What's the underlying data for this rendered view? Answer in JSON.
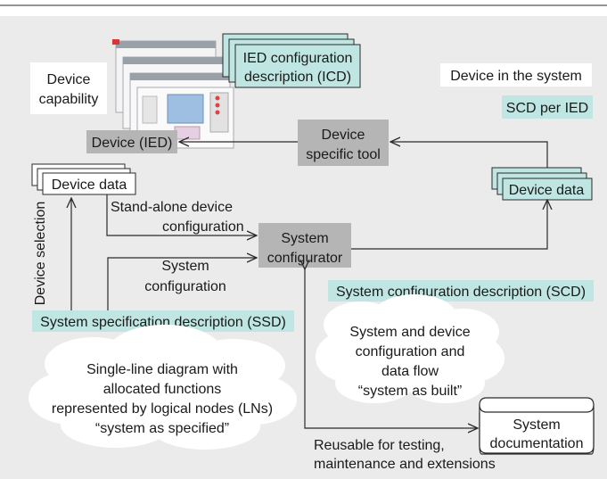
{
  "labels": {
    "ied_config_desc_line1": "IED configuration",
    "ied_config_desc_line2": "description (ICD)",
    "device_capability_line1": "Device",
    "device_capability_line2": "capability",
    "device_in_system": "Device in the system",
    "scd_per_ied": "SCD per IED",
    "device_ied": "Device (IED)",
    "device_specific_tool_line1": "Device",
    "device_specific_tool_line2": "specific tool",
    "device_data_left": "Device data",
    "device_data_right": "Device data",
    "standalone_config_line1": "Stand-alone device",
    "standalone_config_line2": "configuration",
    "system_configurator_line1": "System",
    "system_configurator_line2": "configurator",
    "system_config_line1": "System",
    "system_config_line2": "configuration",
    "device_selection": "Device selection",
    "scd": "System configuration description (SCD)",
    "ssd": "System specification description (SSD)",
    "as_built_line1": "System and device",
    "as_built_line2": "configuration and",
    "as_built_line3": "data flow",
    "as_built_line4": "“system as built”",
    "as_specified_line1": "Single-line diagram with",
    "as_specified_line2": "allocated functions",
    "as_specified_line3": "represented by logical nodes (LNs)",
    "as_specified_line4": "“system as specified”",
    "system_documentation_line1": "System",
    "system_documentation_line2": "documentation",
    "reusable_line1": "Reusable for testing,",
    "reusable_line2": "maintenance and extensions"
  },
  "colors": {
    "panel_bg": "#ebebeb",
    "teal": "#bfe6e2",
    "gray_box": "#b5b5b5",
    "line": "#2a2a2a"
  }
}
